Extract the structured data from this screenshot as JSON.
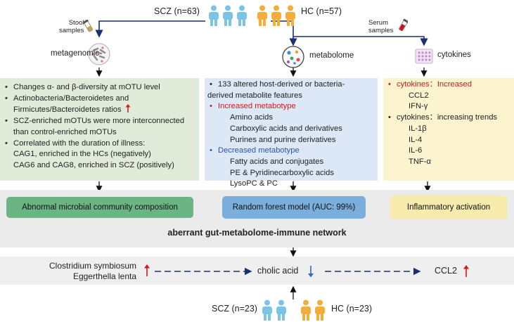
{
  "cohort_top": {
    "scz": "SCZ (n=63)",
    "hc": "HC (n=57)"
  },
  "cohort_bottom": {
    "scz": "SCZ (n=23)",
    "hc": "HC (n=23)"
  },
  "stool_label": {
    "line1": "Stool",
    "line2": "samples"
  },
  "serum_label": {
    "line1": "Serum",
    "line2": "samples"
  },
  "methods": {
    "metagenomic": "metagenomic",
    "metabolome": "metabolome",
    "cytokines": "cytokines"
  },
  "panel_metagenomic": {
    "b1": "Changes α- and β-diversity at mOTU level",
    "b2a": "Actinobacteria/Bacteroidetes and",
    "b2b": "Firmicutes/Bacteroidetes ratios",
    "b3a": "SCZ-enriched mOTUs were more interconnected",
    "b3b": "than control-enriched mOTUs",
    "b4": "Correlated with the duration of illness:",
    "b4a": "CAG1, enriched in the HCs (negatively)",
    "b4b": "CAG6 and CAG8, enriched in SCZ (positively)"
  },
  "panel_metabolome": {
    "b1a": "133 altered host-derived or bacteria-",
    "b1b": "derived metabolite features",
    "b2": "Increased metabotype",
    "b2a": "Amino acids",
    "b2b": "Carboxylic acids and derivatives",
    "b2c": "Purines and purine derivatives",
    "b3": "Decreased metabotype",
    "b3a": "Fatty acids and conjugates",
    "b3b": "PE & Pyridinecarboxylic acids",
    "b3c": "LysoPC & PC"
  },
  "panel_cytokines": {
    "b1": "cytokines：Increased",
    "b1a": "CCL2",
    "b1b": "IFN-γ",
    "b2": "cytokines：increasing  trends",
    "b2a": "IL-1β",
    "b2b": "IL-4",
    "b2c": "IL-6",
    "b2d": "TNF-α"
  },
  "results": {
    "microbial": "Abnormal  microbial  community composition",
    "forest": "Random forest model (AUC: 99%)",
    "inflammatory": "Inflammatory activation",
    "network": "aberrant gut-metabolome-immune network"
  },
  "pathway": {
    "bacteria1": "Clostridium symbiosum",
    "bacteria2": "Eggerthella lenta",
    "metabolite": "cholic acid",
    "cytokine": "CCL2"
  },
  "colors": {
    "scz_figure": "#7cc3e8",
    "hc_figure": "#f3ad3b",
    "increase_arrow": "#d11919",
    "decrease_arrow": "#2a6ad4",
    "line": "#1d2f6f"
  }
}
